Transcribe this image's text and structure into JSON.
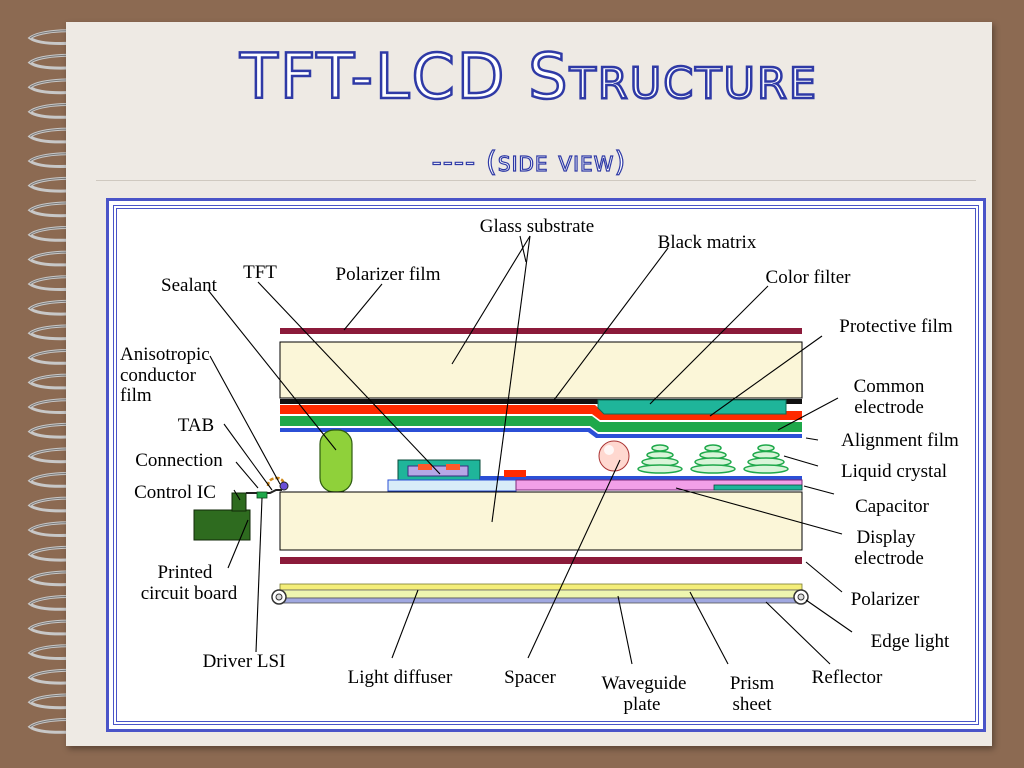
{
  "title": "TFT-LCD Structure",
  "subtitle": "----  (side view)",
  "labels": {
    "glass_substrate": "Glass substrate",
    "black_matrix": "Black matrix",
    "tft": "TFT",
    "polarizer_film": "Polarizer film",
    "sealant": "Sealant",
    "color_filter": "Color filter",
    "protective_film": "Protective film",
    "aniso_1": "Anisotropic",
    "aniso_2": "conductor",
    "aniso_3": "film",
    "common_1": "Common",
    "common_2": "electrode",
    "tab": "TAB",
    "alignment_film": "Alignment film",
    "connection": "Connection",
    "liquid_crystal": "Liquid crystal",
    "control_ic": "Control IC",
    "capacitor": "Capacitor",
    "display_1": "Display",
    "display_2": "electrode",
    "printed_1": "Printed",
    "printed_2": "circuit board",
    "polarizer": "Polarizer",
    "edge_light": "Edge light",
    "driver_lsi": "Driver LSI",
    "light_diffuser": "Light diffuser",
    "spacer": "Spacer",
    "waveguide_1": "Waveguide",
    "waveguide_2": "plate",
    "prism_1": "Prism",
    "prism_2": "sheet",
    "reflector": "Reflector"
  },
  "colors": {
    "title_outline": "#2f3aa6",
    "frame": "#4a54c8",
    "polarizer": "#8b1a3a",
    "glass": "#fbf6d8",
    "red_layer": "#ff2a00",
    "green_layer": "#1ea84a",
    "teal_filter": "#1fb59a",
    "blue_layer": "#2b4fd6",
    "sealant": "#8fd13a",
    "pcb": "#2e6b1f",
    "light_diffuser": "#f4ee7a",
    "waveguide": "#a0a8e0"
  }
}
